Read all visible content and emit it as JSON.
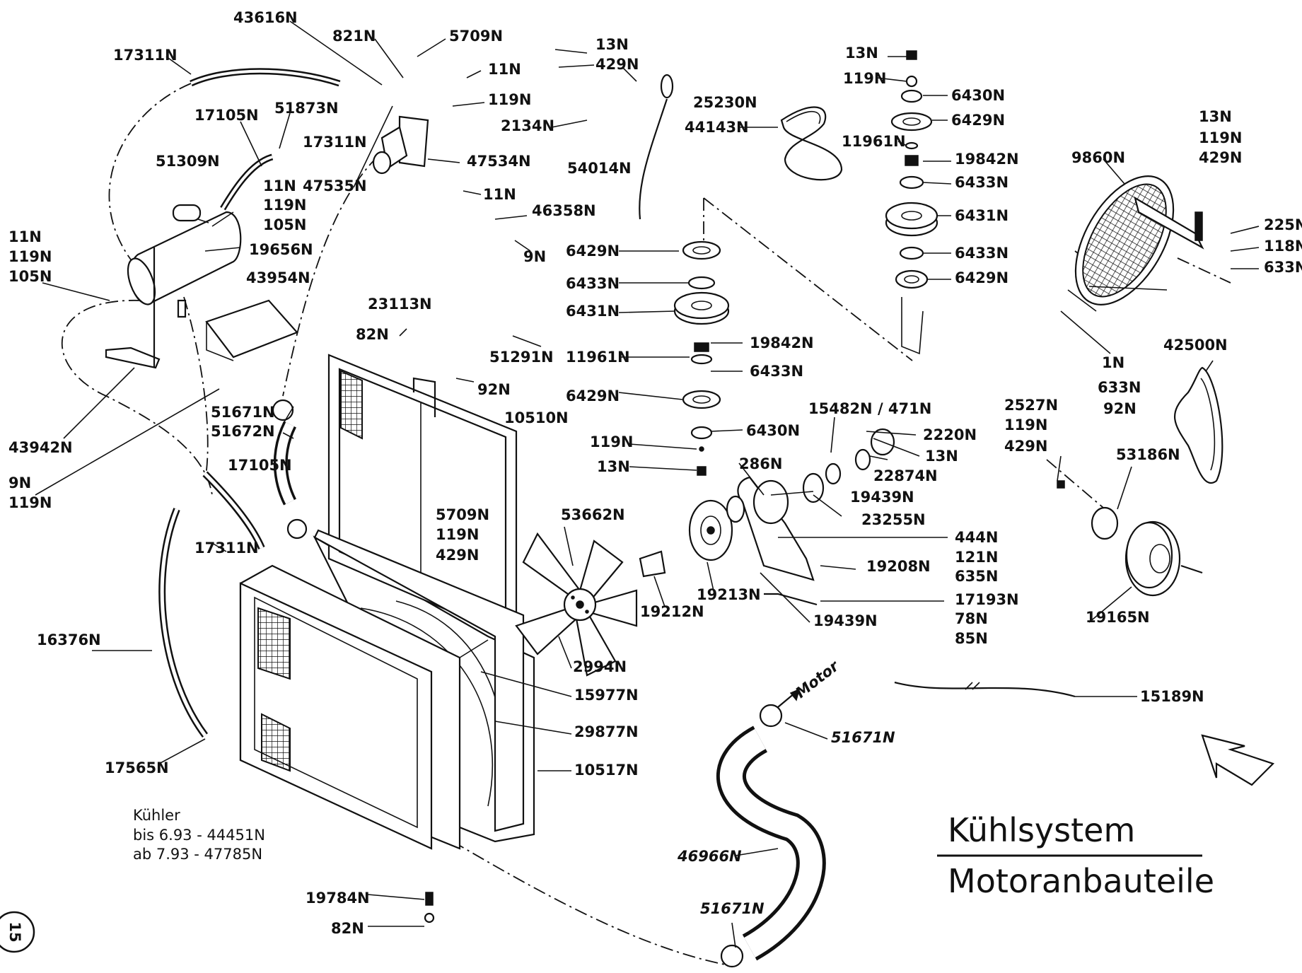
{
  "title": {
    "line1": "Kühlsystem",
    "line2": "Motoranbauteile",
    "page_number": "15"
  },
  "radiator_note": {
    "line1": "Kühler",
    "line2": "bis 6.93 - 44451N",
    "line3": "ab  7.93 - 47785N"
  },
  "motor_label": "Motor",
  "parts": [
    {
      "id": "p1",
      "text": "43616N"
    },
    {
      "id": "p2",
      "text": "821N"
    },
    {
      "id": "p3",
      "text": "5709N"
    },
    {
      "id": "p4",
      "text": "17311N"
    },
    {
      "id": "p5",
      "text": "11N"
    },
    {
      "id": "p6",
      "text": "119N"
    },
    {
      "id": "p7",
      "text": "17105N"
    },
    {
      "id": "p8",
      "text": "51873N"
    },
    {
      "id": "p9",
      "text": "17311N"
    },
    {
      "id": "p10",
      "text": "47534N"
    },
    {
      "id": "p11",
      "text": "51309N"
    },
    {
      "id": "p12",
      "text": "47535N"
    },
    {
      "id": "p13",
      "text": "11N"
    },
    {
      "id": "p14",
      "text": "119N"
    },
    {
      "id": "p15",
      "text": "105N"
    },
    {
      "id": "p16",
      "text": "11N"
    },
    {
      "id": "p17",
      "text": "119N"
    },
    {
      "id": "p18",
      "text": "105N"
    },
    {
      "id": "p19",
      "text": "19656N"
    },
    {
      "id": "p20",
      "text": "43954N"
    },
    {
      "id": "p21",
      "text": "43942N"
    },
    {
      "id": "p22",
      "text": "9N"
    },
    {
      "id": "p23",
      "text": "119N"
    },
    {
      "id": "p24",
      "text": "13N"
    },
    {
      "id": "p25",
      "text": "429N"
    },
    {
      "id": "p26",
      "text": "2134N"
    },
    {
      "id": "p27",
      "text": "11N"
    },
    {
      "id": "p28",
      "text": "46358N"
    },
    {
      "id": "p29",
      "text": "9N"
    },
    {
      "id": "p30",
      "text": "23113N"
    },
    {
      "id": "p31",
      "text": "82N"
    },
    {
      "id": "p32",
      "text": "51291N"
    },
    {
      "id": "p33",
      "text": "92N"
    },
    {
      "id": "p34",
      "text": "51671N"
    },
    {
      "id": "p35",
      "text": "51672N"
    },
    {
      "id": "p36",
      "text": "17105N"
    },
    {
      "id": "p37",
      "text": "10510N"
    },
    {
      "id": "p38",
      "text": "17311N"
    },
    {
      "id": "p39",
      "text": "5709N"
    },
    {
      "id": "p40",
      "text": "119N"
    },
    {
      "id": "p41",
      "text": "429N"
    },
    {
      "id": "p42",
      "text": "16376N"
    },
    {
      "id": "p43",
      "text": "17565N"
    },
    {
      "id": "p44",
      "text": "19784N"
    },
    {
      "id": "p45",
      "text": "82N"
    },
    {
      "id": "p46",
      "text": "25230N"
    },
    {
      "id": "p47",
      "text": "44143N"
    },
    {
      "id": "p48",
      "text": "54014N"
    },
    {
      "id": "p49",
      "text": "6429N"
    },
    {
      "id": "p50",
      "text": "6433N"
    },
    {
      "id": "p51",
      "text": "6431N"
    },
    {
      "id": "p52",
      "text": "11961N"
    },
    {
      "id": "p53",
      "text": "19842N"
    },
    {
      "id": "p54",
      "text": "6433N"
    },
    {
      "id": "p55",
      "text": "6429N"
    },
    {
      "id": "p56",
      "text": "6430N"
    },
    {
      "id": "p57",
      "text": "119N"
    },
    {
      "id": "p58",
      "text": "13N"
    },
    {
      "id": "p59",
      "text": "13N"
    },
    {
      "id": "p60",
      "text": "119N"
    },
    {
      "id": "p61",
      "text": "6430N"
    },
    {
      "id": "p62",
      "text": "6429N"
    },
    {
      "id": "p63",
      "text": "11961N"
    },
    {
      "id": "p64",
      "text": "19842N"
    },
    {
      "id": "p65",
      "text": "6433N"
    },
    {
      "id": "p66",
      "text": "6431N"
    },
    {
      "id": "p67",
      "text": "6433N"
    },
    {
      "id": "p68",
      "text": "6429N"
    },
    {
      "id": "p69",
      "text": "9860N"
    },
    {
      "id": "p70",
      "text": "13N"
    },
    {
      "id": "p71",
      "text": "119N"
    },
    {
      "id": "p72",
      "text": "429N"
    },
    {
      "id": "p73",
      "text": "225N"
    },
    {
      "id": "p74",
      "text": "118N"
    },
    {
      "id": "p75",
      "text": "633N"
    },
    {
      "id": "p76",
      "text": "1N"
    },
    {
      "id": "p77",
      "text": "633N"
    },
    {
      "id": "p78",
      "text": "92N"
    },
    {
      "id": "p79",
      "text": "42500N"
    },
    {
      "id": "p80",
      "text": "15482N / 471N"
    },
    {
      "id": "p81",
      "text": "2220N"
    },
    {
      "id": "p82",
      "text": "13N"
    },
    {
      "id": "p83",
      "text": "22874N"
    },
    {
      "id": "p84",
      "text": "286N"
    },
    {
      "id": "p85",
      "text": "19439N"
    },
    {
      "id": "p86",
      "text": "23255N"
    },
    {
      "id": "p87",
      "text": "444N"
    },
    {
      "id": "p88",
      "text": "121N"
    },
    {
      "id": "p89",
      "text": "635N"
    },
    {
      "id": "p90",
      "text": "19208N"
    },
    {
      "id": "p91",
      "text": "17193N"
    },
    {
      "id": "p92",
      "text": "78N"
    },
    {
      "id": "p93",
      "text": "85N"
    },
    {
      "id": "p94",
      "text": "19439N"
    },
    {
      "id": "p95",
      "text": "19213N"
    },
    {
      "id": "p96",
      "text": "19212N"
    },
    {
      "id": "p97",
      "text": "53662N"
    },
    {
      "id": "p98",
      "text": "2994N"
    },
    {
      "id": "p99",
      "text": "15977N"
    },
    {
      "id": "p100",
      "text": "29877N"
    },
    {
      "id": "p101",
      "text": "10517N"
    },
    {
      "id": "p102",
      "text": "2527N"
    },
    {
      "id": "p103",
      "text": "119N"
    },
    {
      "id": "p104",
      "text": "429N"
    },
    {
      "id": "p105",
      "text": "53186N"
    },
    {
      "id": "p106",
      "text": "19165N"
    },
    {
      "id": "p107",
      "text": "15189N"
    },
    {
      "id": "p108",
      "text": "51671N"
    },
    {
      "id": "p109",
      "text": "46966N"
    },
    {
      "id": "p110",
      "text": "51671N"
    }
  ]
}
